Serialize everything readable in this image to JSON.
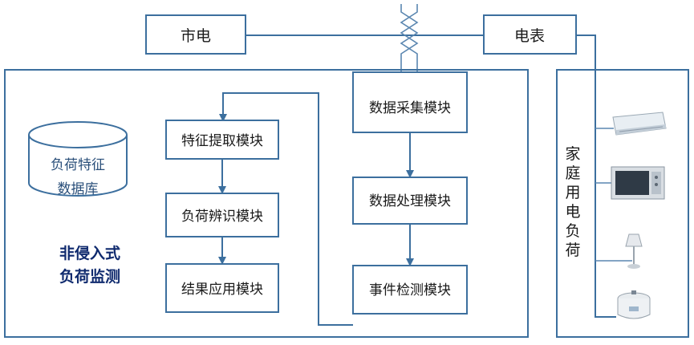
{
  "grid_power": {
    "label": "市电"
  },
  "meter": {
    "label": "电表"
  },
  "monitor": {
    "title_line1": "非侵入式",
    "title_line2": "负荷监测",
    "database": {
      "line1": "负荷特征",
      "line2": "数据库"
    },
    "modules": {
      "feature_extraction": "特征提取模块",
      "load_identification": "负荷辨识模块",
      "result_application": "结果应用模块",
      "data_acquisition": "数据采集模块",
      "data_processing": "数据处理模块",
      "event_detection": "事件检测模块"
    }
  },
  "household": {
    "chars": [
      "家",
      "庭",
      "用",
      "电",
      "负",
      "荷"
    ],
    "appliances": [
      {
        "icon": "air-conditioner-icon"
      },
      {
        "icon": "microwave-icon"
      },
      {
        "icon": "lamp-icon"
      },
      {
        "icon": "rice-cooker-icon"
      }
    ]
  },
  "colors": {
    "line": "#3c6f9e",
    "title": "#0f2a6e"
  }
}
